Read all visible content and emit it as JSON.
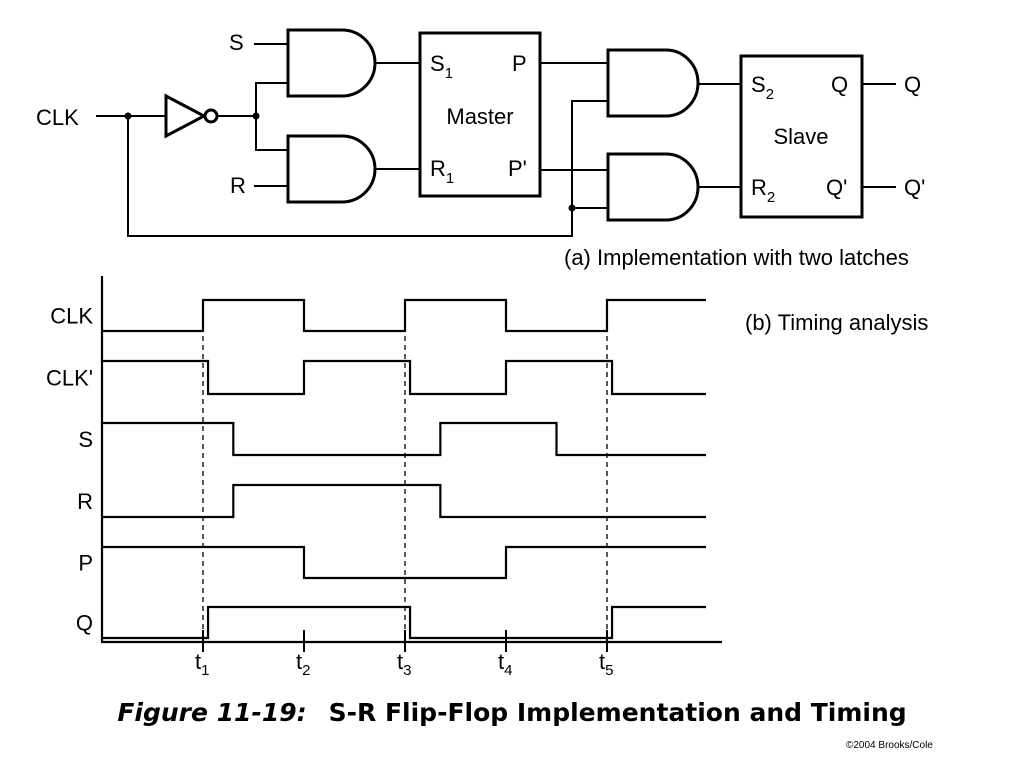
{
  "circuit": {
    "inputs": {
      "s": "S",
      "clk": "CLK",
      "r": "R"
    },
    "master": {
      "title": "Master",
      "s_pin": "S",
      "s_sub": "1",
      "r_pin": "R",
      "r_sub": "1",
      "p_pin": "P",
      "pbar_pin": "P'"
    },
    "slave": {
      "title": "Slave",
      "s_pin": "S",
      "s_sub": "2",
      "r_pin": "R",
      "r_sub": "2",
      "q_pin": "Q",
      "qbar_pin": "Q'"
    },
    "outputs": {
      "q": "Q",
      "qbar": "Q'"
    },
    "caption": "(a) Implementation with two latches"
  },
  "timing": {
    "caption": "(b) Timing analysis",
    "signals": [
      {
        "name": "CLK",
        "levels": [
          [
            0,
            0
          ],
          [
            1,
            1
          ],
          [
            2,
            0
          ],
          [
            3,
            1
          ],
          [
            4,
            0
          ],
          [
            5,
            1
          ],
          [
            6,
            1
          ]
        ]
      },
      {
        "name": "CLK'",
        "levels": [
          [
            0,
            1
          ],
          [
            1.05,
            0
          ],
          [
            2,
            1
          ],
          [
            3.05,
            0
          ],
          [
            4,
            1
          ],
          [
            5.05,
            0
          ],
          [
            6,
            0
          ]
        ]
      },
      {
        "name": "S",
        "levels": [
          [
            0,
            1
          ],
          [
            1.3,
            0
          ],
          [
            3.35,
            1
          ],
          [
            4.5,
            0
          ],
          [
            6,
            0
          ]
        ]
      },
      {
        "name": "R",
        "levels": [
          [
            0,
            0
          ],
          [
            1.3,
            1
          ],
          [
            3.35,
            0
          ],
          [
            6,
            0
          ]
        ]
      },
      {
        "name": "P",
        "levels": [
          [
            0,
            1
          ],
          [
            2,
            0
          ],
          [
            4,
            1
          ],
          [
            6,
            1
          ]
        ]
      },
      {
        "name": "Q",
        "levels": [
          [
            0,
            0
          ],
          [
            1.05,
            1
          ],
          [
            3.05,
            0
          ],
          [
            5.05,
            1
          ],
          [
            6,
            1
          ]
        ]
      }
    ],
    "time_markers": [
      {
        "label": "t",
        "sub": "1",
        "t": 1
      },
      {
        "label": "t",
        "sub": "2",
        "t": 2
      },
      {
        "label": "t",
        "sub": "3",
        "t": 3
      },
      {
        "label": "t",
        "sub": "4",
        "t": 4
      },
      {
        "label": "t",
        "sub": "5",
        "t": 5
      }
    ],
    "dashed_at": [
      1,
      3,
      5
    ]
  },
  "figure": {
    "label": "Figure 11-19:",
    "title": "S-R Flip-Flop Implementation and Timing"
  },
  "copyright": "©2004 Brooks/Cole"
}
